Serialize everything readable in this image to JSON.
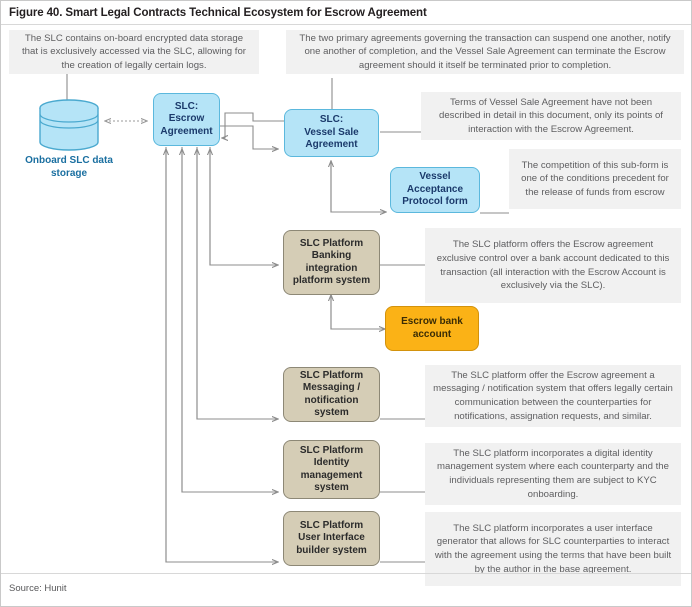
{
  "figure": {
    "title": "Figure 40. Smart Legal Contracts Technical Ecosystem for Escrow Agreement",
    "source": "Source: Hunit"
  },
  "colors": {
    "blue_fill": "#b5e4f7",
    "blue_stroke": "#5bb8dd",
    "blue_text": "#1b3a6b",
    "tan_fill": "#d5cdb6",
    "tan_stroke": "#8d8876",
    "amber_fill": "#fbb216",
    "amber_stroke": "#d3920c",
    "note_fill": "#f1f1f1",
    "note_text": "#5e5e60",
    "wire": "#8c8c8c"
  },
  "storage": {
    "icon": "database-cylinder-icon",
    "label_line1": "Onboard SLC",
    "label_line2": "data storage"
  },
  "nodes": [
    {
      "id": "slc-escrow-agreement",
      "style": "blue",
      "lines": [
        "SLC:",
        "Escrow",
        "Agreement"
      ]
    },
    {
      "id": "slc-vessel-sale-agreement",
      "style": "blue",
      "lines": [
        "SLC:",
        "Vessel Sale",
        "Agreement"
      ]
    },
    {
      "id": "vessel-acceptance-protocol-form",
      "style": "blue",
      "lines": [
        "Vessel",
        "Acceptance",
        "Protocol form"
      ]
    },
    {
      "id": "slc-platform-banking-integration",
      "style": "tan",
      "lines": [
        "SLC Platform",
        "Banking",
        "integration",
        "platform system"
      ]
    },
    {
      "id": "escrow-bank-account",
      "style": "amber",
      "lines": [
        "Escrow bank",
        "account"
      ]
    },
    {
      "id": "slc-platform-messaging",
      "style": "tan",
      "lines": [
        "SLC Platform",
        "Messaging /",
        "notification",
        "system"
      ]
    },
    {
      "id": "slc-platform-identity",
      "style": "tan",
      "lines": [
        "SLC Platform",
        "Identity",
        "management",
        "system"
      ]
    },
    {
      "id": "slc-platform-ui-builder",
      "style": "tan",
      "lines": [
        "SLC Platform",
        "User Interface",
        "builder system"
      ]
    }
  ],
  "notes": {
    "storage_note": "The SLC contains on-board encrypted data storage that is exclusively accessed via the SLC, allowing for the creation of legally certain logs.",
    "agreements_note": "The two primary agreements governing the transaction can suspend one another, notify one another of completion, and the Vessel Sale Agreement can terminate the Escrow agreement should it itself be terminated prior to completion.",
    "vessel_sale_note": "Terms of Vessel Sale Agreement have not been described in detail in this document, only its points of interaction with the Escrow Agreement.",
    "acceptance_note": "The competition of this sub-form is one of the conditions precedent for the release of funds from escrow",
    "banking_note": "The SLC platform offers the Escrow agreement exclusive control over a bank account dedicated to this transaction (all interaction with the Escrow Account is exclusively via the SLC).",
    "messaging_note": "The SLC platform offer the Escrow agreement a messaging / notification system that offers legally certain communication between the counterparties for notifications, assignation requests, and similar.",
    "identity_note": "The SLC platform incorporates a digital identity management system where each counterparty and the individuals representing them are subject to KYC onboarding.",
    "ui_note": "The SLC platform incorporates a user interface generator that allows for SLC counterparties to interact with the agreement using the terms that have been built by the author in the base agreement."
  }
}
